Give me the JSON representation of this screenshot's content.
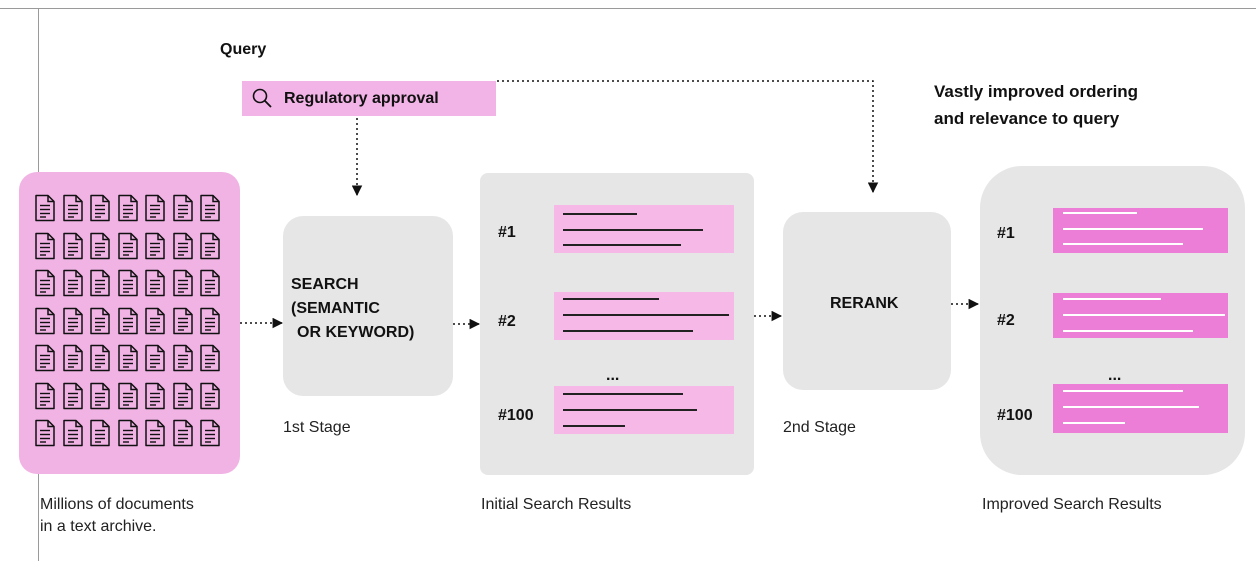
{
  "query": {
    "heading": "Query",
    "text": "Regulatory approval"
  },
  "improvement_note": {
    "line1": "Vastly improved ordering",
    "line2": "and relevance to query"
  },
  "archive": {
    "caption_line1": "Millions of documents",
    "caption_line2": "in a text archive.",
    "icon": "document-icon",
    "fill_color": "#f0b3e4"
  },
  "stage1": {
    "label_line1": "SEARCH",
    "label_line2": "(SEMANTIC",
    "label_line3": "OR KEYWORD)",
    "caption": "1st Stage"
  },
  "initial_results": {
    "caption": "Initial Search Results",
    "ranks": [
      "#1",
      "#2",
      "#100"
    ],
    "ellipsis": "...",
    "card_color": "#f5b8e7"
  },
  "stage2": {
    "label": "RERANK",
    "caption": "2nd Stage"
  },
  "improved_results": {
    "caption": "Improved Search Results",
    "ranks": [
      "#1",
      "#2",
      "#100"
    ],
    "ellipsis": "...",
    "card_color": "#ec7ed7"
  },
  "colors": {
    "panel": "#e6e6e6",
    "query_highlight": "#f2b3e6",
    "text": "#111111"
  }
}
